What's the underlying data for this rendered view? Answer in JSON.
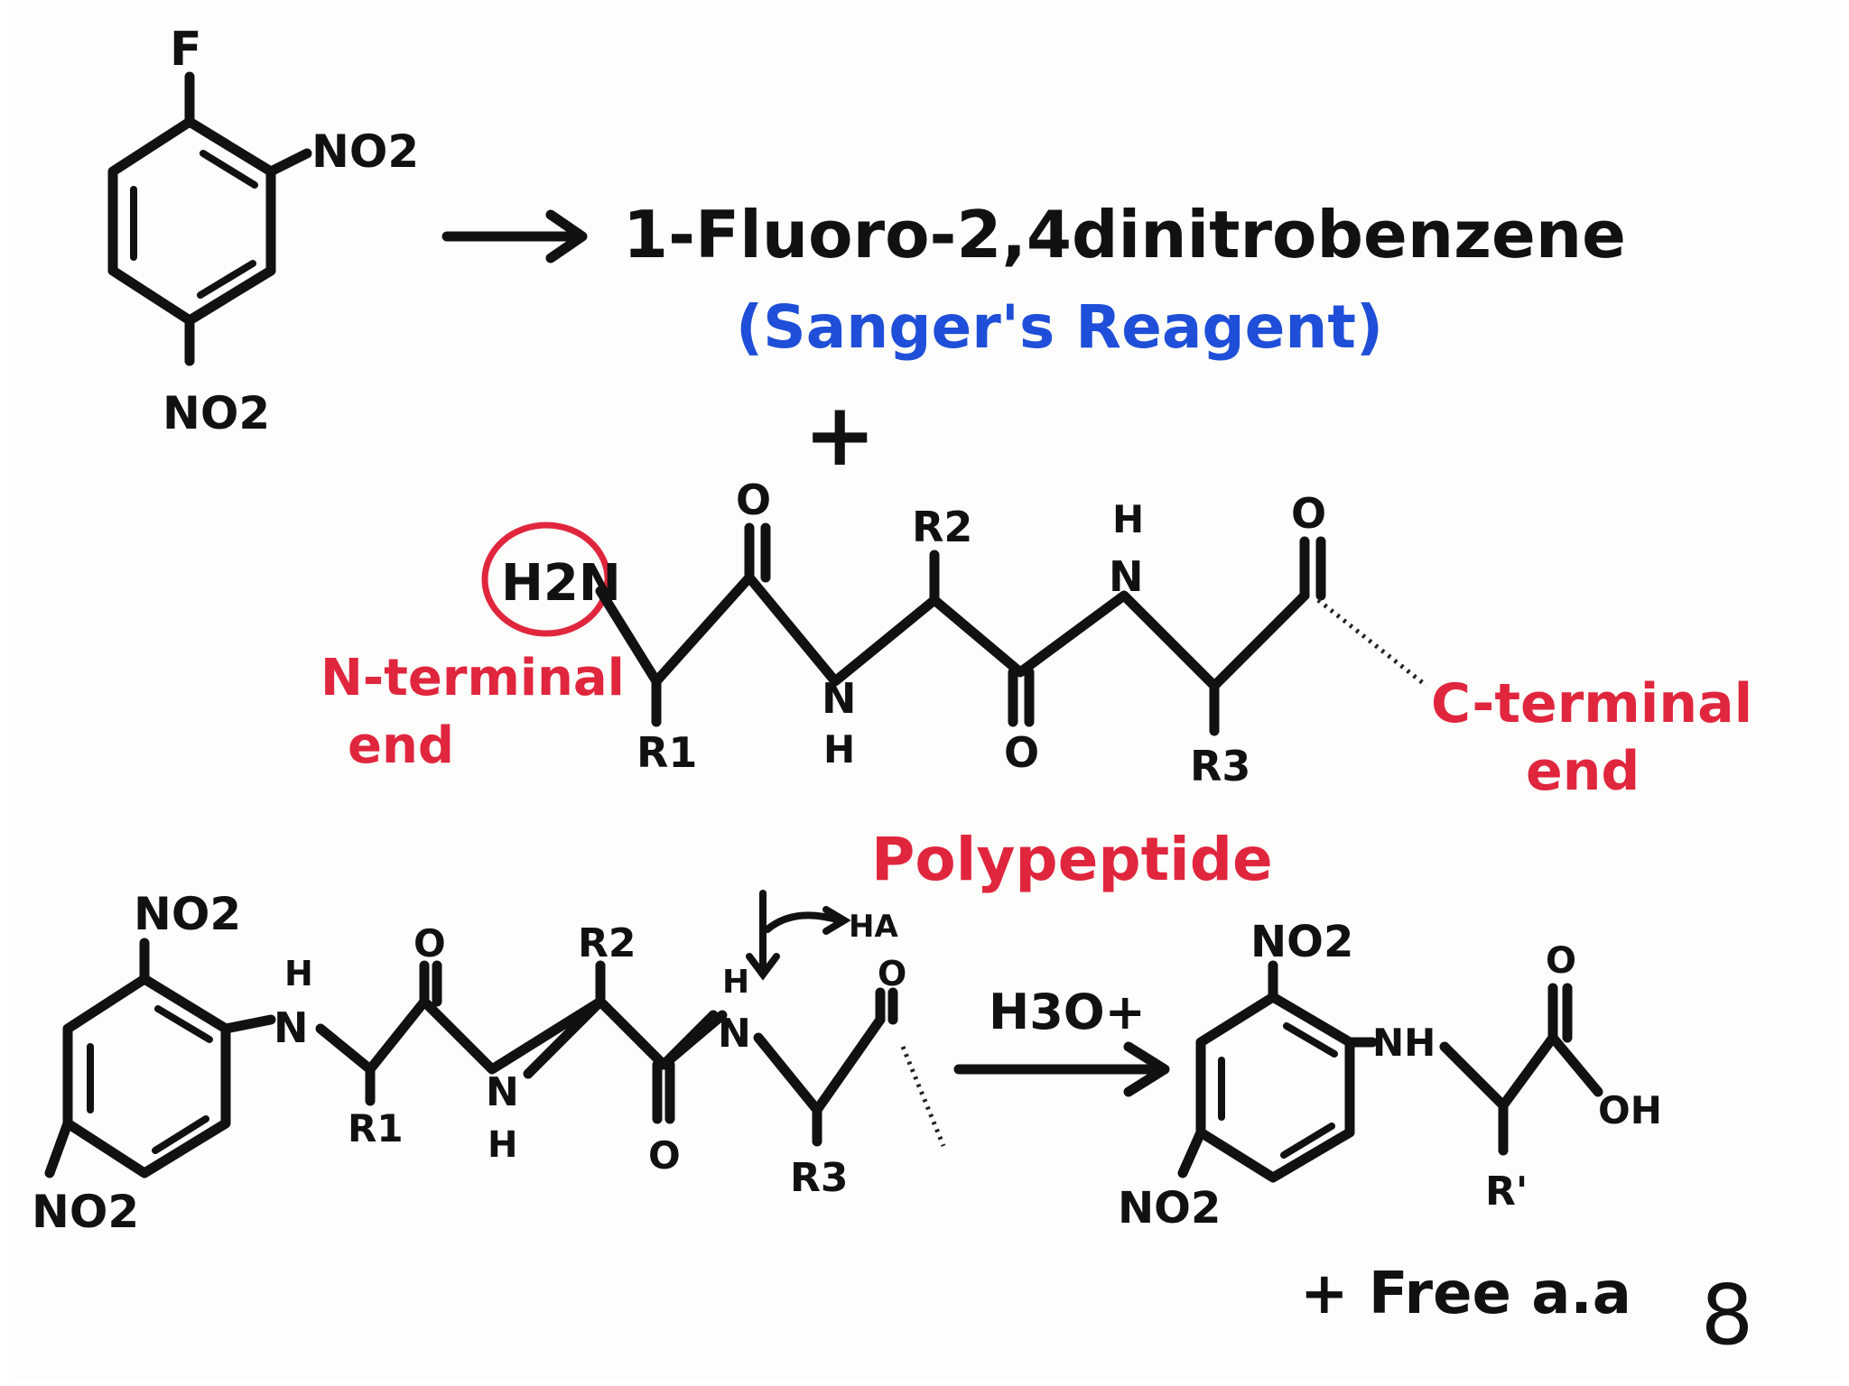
{
  "reagent": {
    "substituent_top": "F",
    "substituent_ortho": "NO2",
    "substituent_para": "NO2",
    "name": "1-Fluoro-2,4dinitrobenzene",
    "common_name": "(Sanger's Reagent)",
    "plus": "+"
  },
  "polypeptide": {
    "n_term_group": "H2N",
    "carbonyl_o": "O",
    "r1": "R1",
    "nh_n": "N",
    "nh_h": "H",
    "r2": "R2",
    "r3": "R3",
    "n_terminal_label": [
      "N-terminal",
      "end"
    ],
    "c_terminal_label": [
      "C-terminal",
      "end"
    ],
    "name": "Polypeptide"
  },
  "product": {
    "reagent": "H3O+",
    "hydrolysis_label": "HA",
    "amine": "NH",
    "acid": "OH",
    "r_prime": "R'",
    "free_aa": "+ Free a.a"
  },
  "colors": {
    "ink": "#111111",
    "blue": "#1f4fd8",
    "red": "#e0263d"
  },
  "slide_number": "8"
}
